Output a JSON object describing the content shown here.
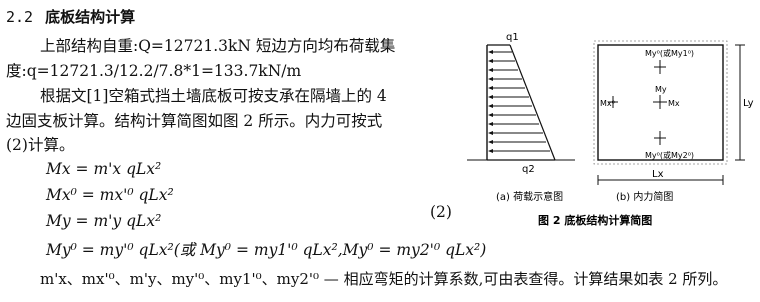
{
  "section": {
    "number": "2.2",
    "title": "底板结构计算"
  },
  "paragraphs": {
    "p1_line1": "上部结构自重:Q=12721.3kN 短边方向均布荷载集",
    "p1_line2": "度:q=12721.3/12.2/7.8*1=133.7kN/m",
    "p2_line1": "根据文[1]空箱式挡土墙底板可按支承在隔墙上的 4",
    "p2_line2": "边固支板计算。结构计算简图如图 2 所示。内力可按式",
    "p2_line3": "(2)计算。"
  },
  "equations": {
    "eq1": "Mx = m'x qLx²",
    "eq2": "Mx⁰ = mx'⁰ qLx²",
    "eq3": "My = m'y qLx²",
    "eq4": "My⁰ = my'⁰ qLx²(或 My⁰ = my1'⁰ qLx²,My⁰ = my2'⁰ qLx²)",
    "number": "(2)"
  },
  "last_line": "m'x、mx'⁰、m'y、my'⁰、my1'⁰、my2'⁰ — 相应弯矩的计算系数,可由表查得。计算结果如表 2 所列。",
  "figure": {
    "load_top_label": "q1",
    "load_bottom_label": "q2",
    "caption_a": "(a) 荷载示意图",
    "caption_b": "(b) 内力简图",
    "plate_top_label": "My⁰(或My1⁰)",
    "plate_bottom_label": "My⁰(或My2⁰)",
    "plate_left_label": "Mx⁰",
    "plate_center_label_y": "My",
    "plate_center_label_x": "Mx",
    "dim_x": "Lx",
    "dim_y": "Ly",
    "title": "图 2   底板结构计算简图"
  }
}
